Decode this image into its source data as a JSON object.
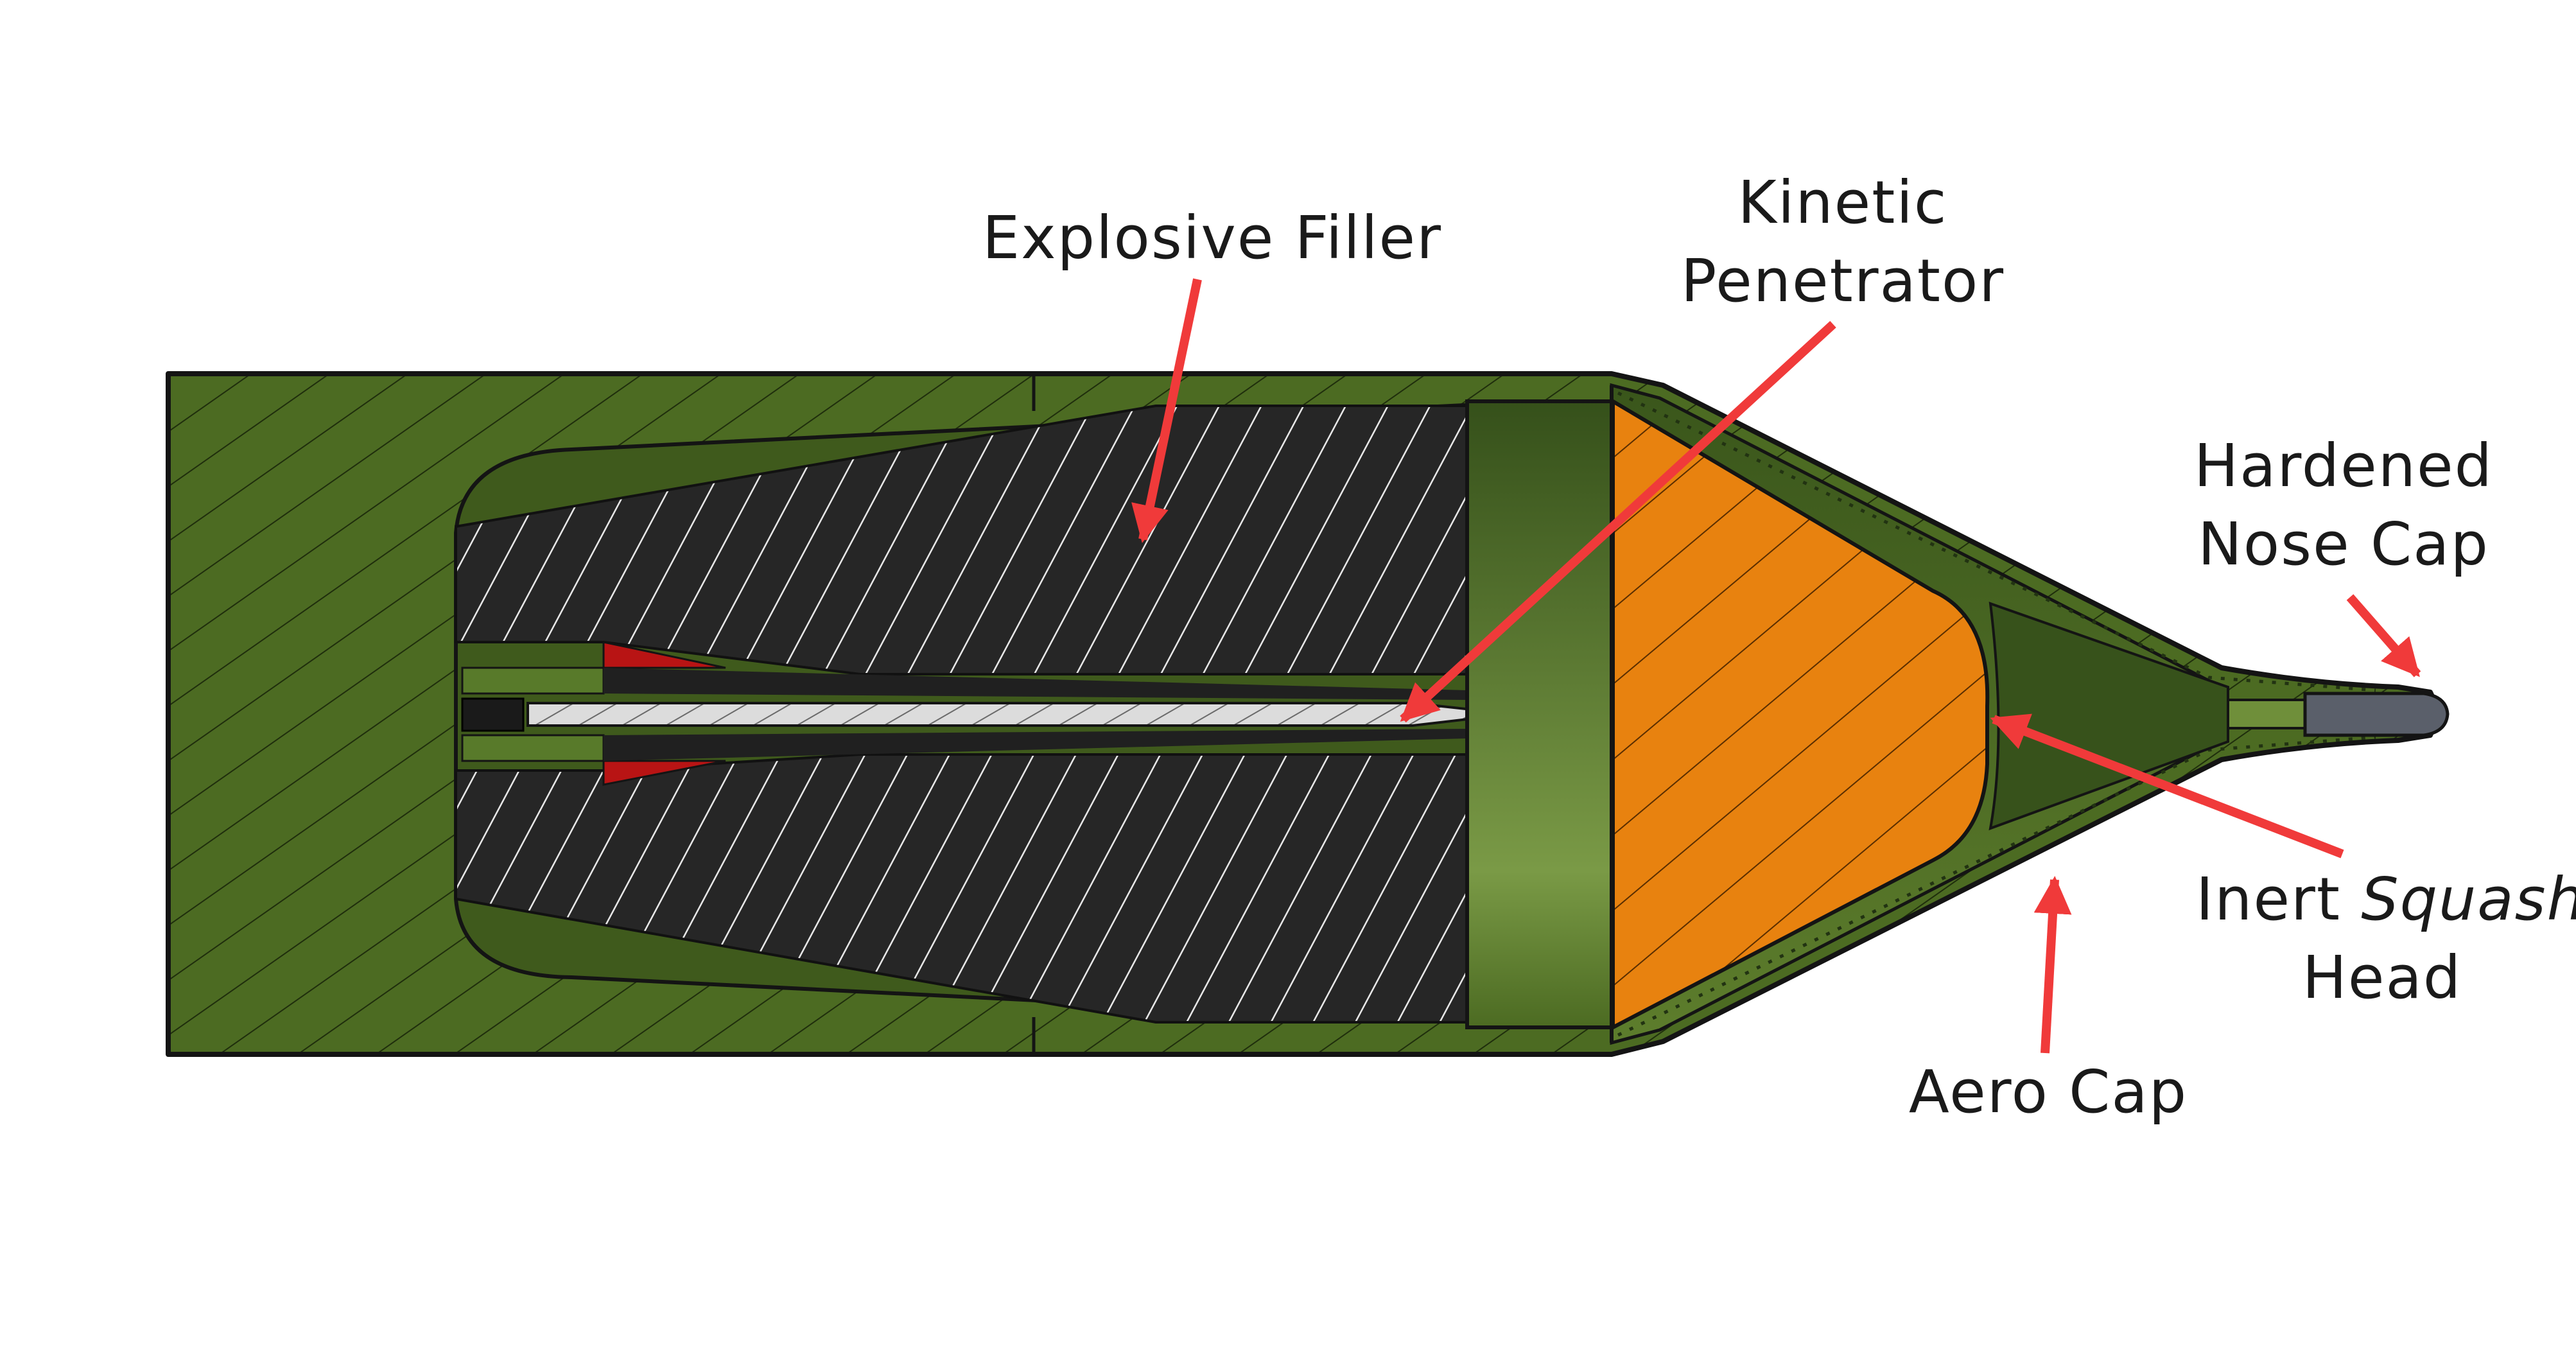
{
  "colors": {
    "casing": "#4c6b22",
    "casing_dark": "#35501a",
    "casing_light": "#7a9a46",
    "outline": "#141414",
    "filler": "#262626",
    "inert_head": "#e8820f",
    "penetrator": "#d8d8d8",
    "nose_cap": "#5a5f6a",
    "red_insert": "#b81414",
    "arrow": "#f03a3a",
    "background": "#ffffff"
  },
  "labels": {
    "explosive_filler": "Explosive Filler",
    "kinetic_penetrator": [
      "Kinetic",
      "Penetrator"
    ],
    "hardened_nose_cap": [
      "Hardened",
      "Nose Cap"
    ],
    "inert_squash_head": {
      "line1_plain": "Inert",
      "line1_italic": "Squash",
      "line2": "Head"
    },
    "aero_cap": "Aero Cap"
  }
}
